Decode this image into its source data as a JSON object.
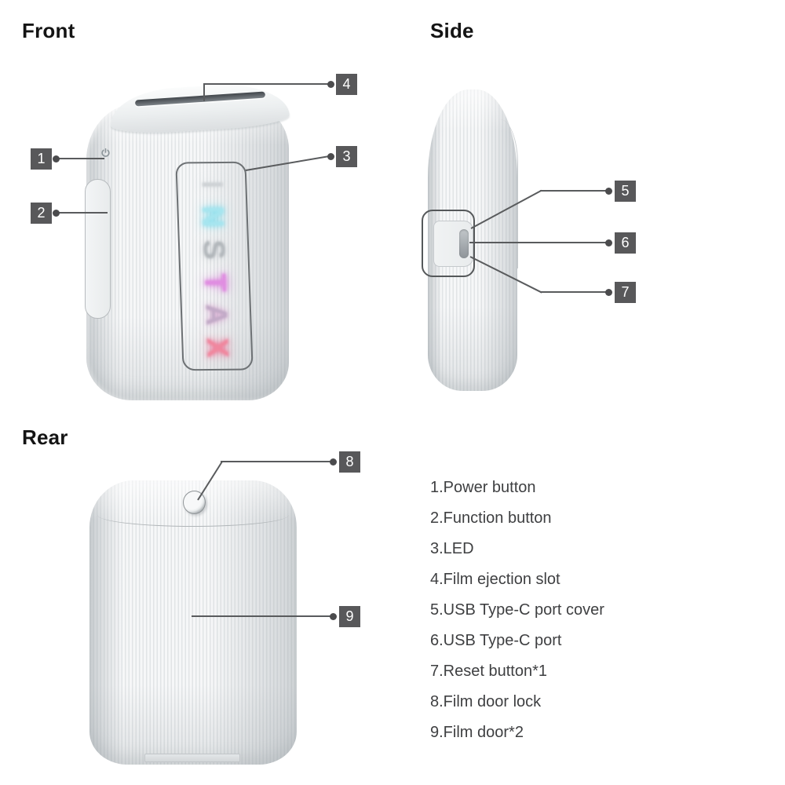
{
  "views": {
    "front": {
      "label": "Front"
    },
    "side": {
      "label": "Side"
    },
    "rear": {
      "label": "Rear"
    }
  },
  "device": {
    "led_letters": [
      {
        "char": "I",
        "color": "#ced2d5",
        "glow": "rgba(205,210,214,0.25)"
      },
      {
        "char": "N",
        "color": "#a6e5ef",
        "glow": "rgba(120,220,236,0.85)"
      },
      {
        "char": "S",
        "color": "#b2b7bb",
        "glow": "rgba(170,176,181,0.35)"
      },
      {
        "char": "T",
        "color": "#e08de1",
        "glow": "rgba(216,106,216,0.85)"
      },
      {
        "char": "A",
        "color": "#c2aac7",
        "glow": "rgba(205,140,195,0.6)"
      },
      {
        "char": "X",
        "color": "#f0879e",
        "glow": "rgba(236,100,140,0.85)"
      }
    ]
  },
  "callouts": [
    {
      "num": "1"
    },
    {
      "num": "2"
    },
    {
      "num": "3"
    },
    {
      "num": "4"
    },
    {
      "num": "5"
    },
    {
      "num": "6"
    },
    {
      "num": "7"
    },
    {
      "num": "8"
    },
    {
      "num": "9"
    }
  ],
  "legend": {
    "items": [
      "1.Power button",
      "2.Function button",
      "3.LED",
      "4.Film ejection slot",
      "5.USB Type-C port cover",
      "6.USB Type-C port",
      "7.Reset button*1",
      "8.Film door lock",
      "9.Film door*2"
    ]
  },
  "colors": {
    "badge_bg": "#58585a",
    "badge_text": "#ffffff",
    "leader_line": "#595b5d",
    "dot": "#4b4b4d",
    "heading": "#141414",
    "legend_text": "#3e3f41"
  }
}
